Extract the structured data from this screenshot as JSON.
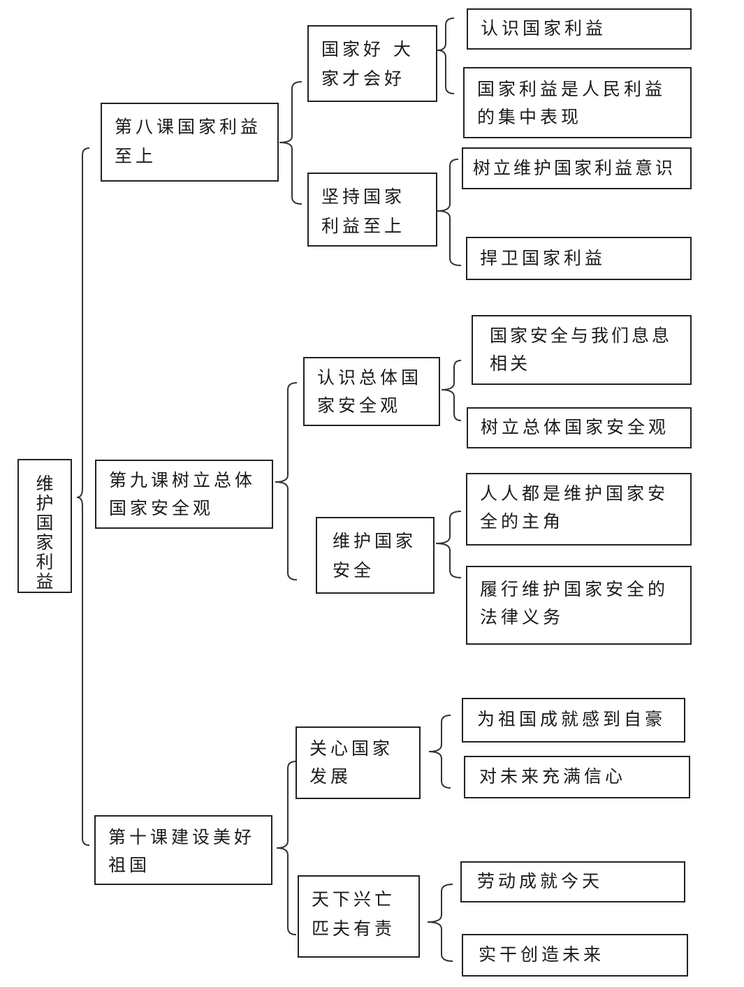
{
  "root": "维护国家利益",
  "lessons": [
    {
      "title": "第八课国家利益至上",
      "sections": [
        {
          "title": "国家好 大家才会好",
          "points": [
            "认识国家利益",
            "国家利益是人民利益的集中表现"
          ]
        },
        {
          "title": "坚持国家利益至上",
          "points": [
            "树立维护国家利益意识",
            "捍卫国家利益"
          ]
        }
      ]
    },
    {
      "title": "第九课树立总体国家安全观",
      "sections": [
        {
          "title": "认识总体国家安全观",
          "points": [
            "国家安全与我们息息相关",
            "树立总体国家安全观"
          ]
        },
        {
          "title": "维护国家安全",
          "points": [
            "人人都是维护国家安全的主角",
            "履行维护国家安全的法律义务"
          ]
        }
      ]
    },
    {
      "title": "第十课建设美好祖国",
      "sections": [
        {
          "title": "关心国家发展",
          "points": [
            "为祖国成就感到自豪",
            "对未来充满信心"
          ]
        },
        {
          "title": "天下兴亡匹夫有责",
          "points": [
            "劳动成就今天",
            "实干创造未来"
          ]
        }
      ]
    }
  ]
}
